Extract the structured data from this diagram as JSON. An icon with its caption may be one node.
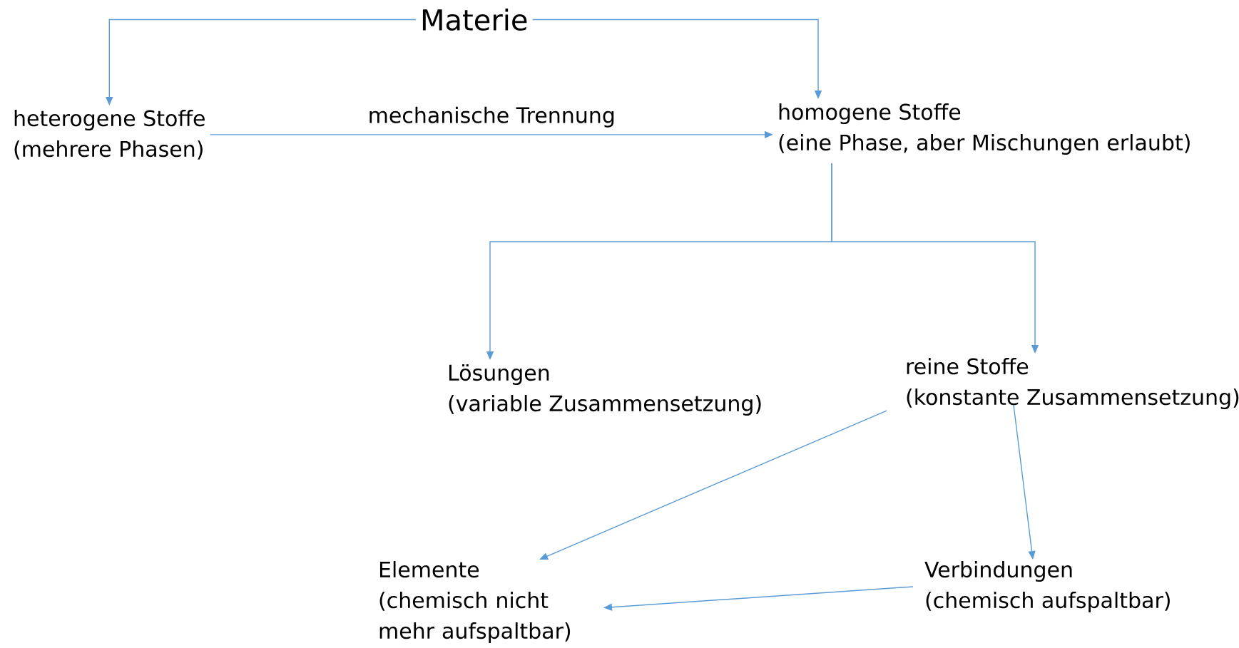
{
  "diagram": {
    "nodes": [
      {
        "text": [
          "Materie"
        ]
      },
      {
        "text": [
          "heterogene Stoffe",
          "(mehrere Phasen)"
        ]
      },
      {
        "text": [
          "homogene Stoffe",
          "(eine Phase, aber Mischungen erlaubt)"
        ]
      },
      {
        "text": [
          "Lösungen",
          "(variable Zusammensetzung)"
        ]
      },
      {
        "text": [
          "reine Stoffe",
          "(konstante Zusammensetzung)"
        ]
      },
      {
        "text": [
          "Elemente",
          "(chemisch nicht mehr aufspaltbar)"
        ]
      },
      {
        "text": [
          "Verbindungen",
          "(chemisch aufspaltbar)"
        ]
      }
    ],
    "edges": [
      {
        "from": 0,
        "to": 1,
        "arrow": "to"
      },
      {
        "from": 0,
        "to": 2,
        "arrow": "to"
      },
      {
        "from": 1,
        "to": 2,
        "arrow": "to",
        "label": "mechanische Trennung"
      },
      {
        "from": 2,
        "to": 3,
        "arrow": "to"
      },
      {
        "from": 2,
        "to": 4,
        "arrow": "to"
      },
      {
        "from": 4,
        "to": 5,
        "arrow": "to"
      },
      {
        "from": 4,
        "to": 6,
        "arrow": "to"
      },
      {
        "from": 6,
        "to": 5,
        "arrow": "to"
      }
    ]
  }
}
